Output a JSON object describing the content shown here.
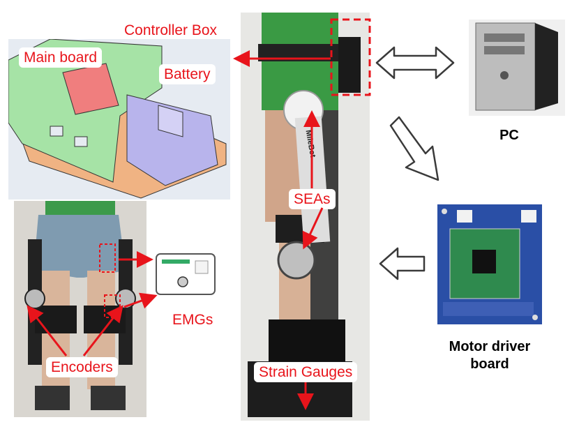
{
  "labels": {
    "controller_box": "Controller Box",
    "main_board": "Main board",
    "battery": "Battery",
    "seas": "SEAs",
    "emgs": "EMGs",
    "encoders": "Encoders",
    "strain_gauges": "Strain Gauges",
    "pc": "PC",
    "motor_driver_line1": "Motor driver",
    "motor_driver_line2": "board",
    "sea_brand": "MileBot"
  },
  "colors": {
    "annotation_red": "#e8141b",
    "label_black": "#000000",
    "cad_green": "#a6e3a6",
    "cad_orange": "#f0b383",
    "cad_battery": "#b8b4ec",
    "mainboard_red": "#f07e7e"
  },
  "icons": {
    "pc": "desktop-tower-icon",
    "motor_driver": "circuit-board-icon",
    "emg_sensor": "emg-sensor-icon"
  }
}
